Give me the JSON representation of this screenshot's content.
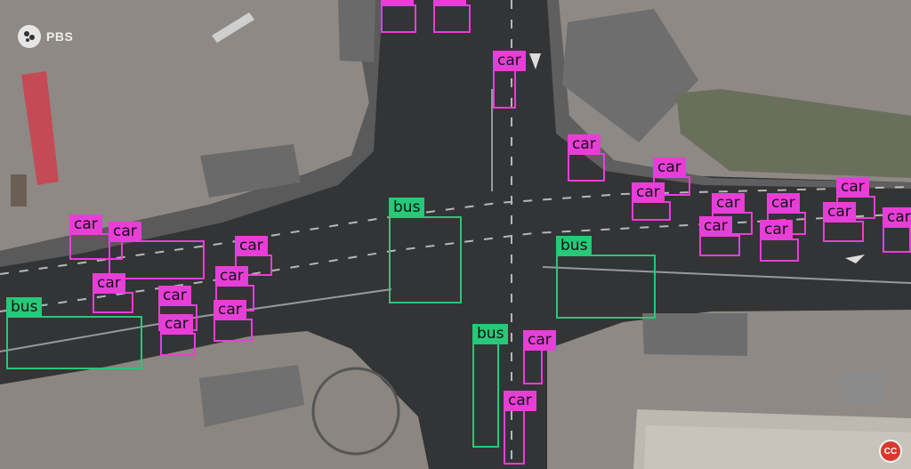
{
  "watermark": {
    "brand": "PBS"
  },
  "corner_badge": {
    "text": "CC"
  },
  "label_colors": {
    "car": "#e83ed8",
    "bus": "#27c878"
  },
  "detections": [
    {
      "label": "car"
    },
    {
      "label": "car"
    },
    {
      "label": "car"
    },
    {
      "label": "car"
    },
    {
      "label": "car"
    },
    {
      "label": "car"
    },
    {
      "label": "car"
    },
    {
      "label": "car"
    },
    {
      "label": "car"
    },
    {
      "label": "car"
    },
    {
      "label": "car"
    },
    {
      "label": "car"
    },
    {
      "label": "car"
    },
    {
      "label": "car"
    },
    {
      "label": "car"
    },
    {
      "label": "car"
    },
    {
      "label": "car"
    },
    {
      "label": "car"
    },
    {
      "label": "car"
    },
    {
      "label": "car"
    },
    {
      "label": "car"
    },
    {
      "label": "car"
    },
    {
      "label": "car"
    },
    {
      "label": "bus"
    },
    {
      "label": "bus"
    },
    {
      "label": "bus"
    },
    {
      "label": "bus"
    }
  ]
}
